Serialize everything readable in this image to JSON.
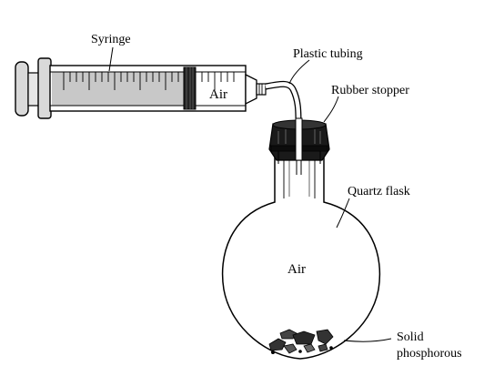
{
  "labels": {
    "syringe": "Syringe",
    "plastic_tubing": "Plastic tubing",
    "rubber_stopper": "Rubber stopper",
    "quartz_flask": "Quartz flask",
    "solid_line1": "Solid",
    "solid_line2": "phosphorous",
    "air_syringe": "Air",
    "air_flask": "Air"
  }
}
